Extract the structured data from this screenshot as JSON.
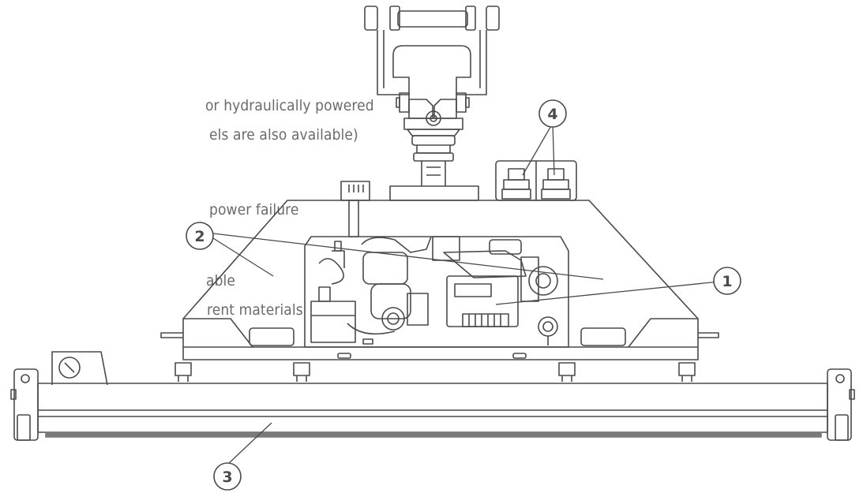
{
  "text_lines": [
    "or hydraulically powered",
    "els are also available)",
    "power failure",
    "able",
    "rent materials"
  ],
  "callouts": [
    "1",
    "2",
    "3",
    "4"
  ],
  "colors": {
    "line": "#4a4a4a",
    "text": "#6a6a6a",
    "bar_shadow": "#7a7a7a"
  }
}
